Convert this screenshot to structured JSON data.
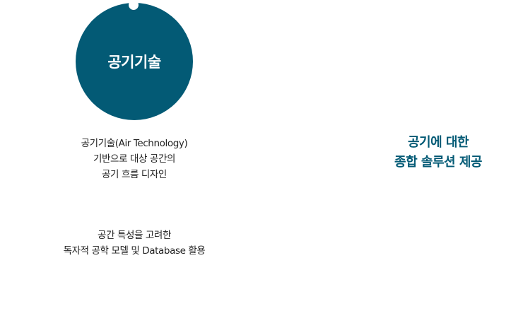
{
  "circle": {
    "label": "공기기술",
    "color": "#035a75"
  },
  "description_1": [
    "공기기술(Air Technology)",
    "기반으로 대상 공간의",
    "공기 흐름 디자인"
  ],
  "description_2": [
    "공간 특성을 고려한",
    "독자적 공학 모델 및 Database 활용"
  ],
  "summary": [
    "공기에 대한",
    "종합 솔루션 제공"
  ]
}
